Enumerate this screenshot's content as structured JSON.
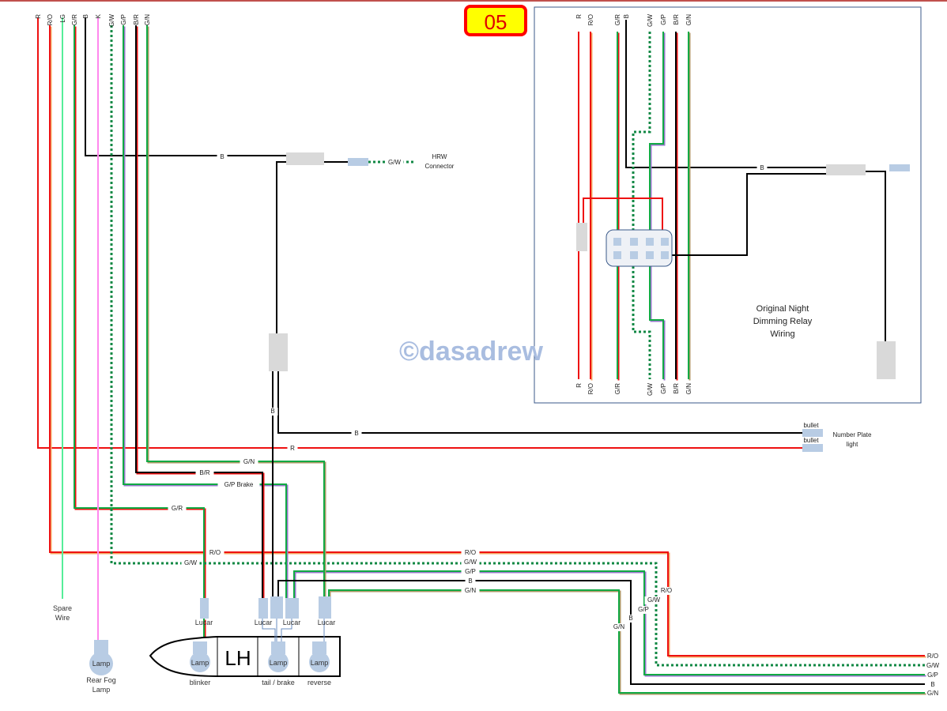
{
  "page": {
    "badge": "05",
    "watermark": "©dasadrew",
    "colors": {
      "R": "#ee1111",
      "O": "#f4a460",
      "G": "#11aa44",
      "GW_dot": "#118844",
      "LG": "#55ee99",
      "B": "#000000",
      "K": "#ff88ee",
      "P": "#9977cc",
      "N": "#aa9966",
      "connector_blue": "#b8cce4",
      "connector_grey": "#d9d9d9",
      "frame": "#3b5a8a",
      "top_rule": "#c0504d",
      "badge_fill": "#ffff00",
      "badge_border": "#ff0000"
    }
  },
  "left_harness": {
    "wire_labels_top": [
      "R",
      "R/O",
      "LG",
      "G/R",
      "B",
      "K",
      "G/W",
      "G/P",
      "B/R",
      "G/N"
    ],
    "hrw_connector": {
      "wire_label": "G/W",
      "name_line1": "HRW",
      "name_line2": "Connector",
      "b_label": "B"
    },
    "b_down_label": "B",
    "number_plate": {
      "b_label": "B",
      "r_label": "R",
      "bullet1": "bullet",
      "bullet2": "bullet",
      "name_line1": "Number Plate",
      "name_line2": "light"
    },
    "run_labels": {
      "gn": "G/N",
      "br": "B/R",
      "gp": "G/P Brake",
      "gr": "G/R",
      "ro": "R/O",
      "gw": "G/W"
    },
    "right_run_labels": [
      "R/O",
      "G/W",
      "G/P",
      "B",
      "G/N"
    ],
    "corner_labels": {
      "ro": "R/O",
      "gw": "G/W",
      "gp": "G/P",
      "b": "B",
      "gn": "G/N"
    },
    "exit_labels": [
      "R/O",
      "G/W",
      "G/P",
      "B",
      "G/N"
    ],
    "spare": {
      "line1": "Spare",
      "line2": "Wire"
    },
    "rear_fog": {
      "lamp": "Lamp",
      "line1": "Rear Fog",
      "line2": "Lamp"
    },
    "lucar_labels": [
      "Lucar",
      "Lucar",
      "Lucar",
      "Lucar"
    ],
    "cluster": {
      "side": "LH",
      "lamps": [
        {
          "text": "Lamp",
          "caption": "blinker"
        },
        {
          "text": "Lamp",
          "caption": "tail / brake"
        },
        {
          "text": "Lamp",
          "caption": "reverse"
        }
      ]
    }
  },
  "relay_panel": {
    "title_line1": "Original Night",
    "title_line2": "Dimming Relay",
    "title_line3": "Wiring",
    "wire_labels_top": [
      "R",
      "R/O",
      "G/R",
      "B",
      "G/W",
      "G/P",
      "B/R",
      "G/N"
    ],
    "wire_labels_bottom": [
      "R",
      "R/O",
      "G/R",
      "G/W",
      "G/P",
      "B/R",
      "G/N"
    ],
    "b_label": "B"
  }
}
